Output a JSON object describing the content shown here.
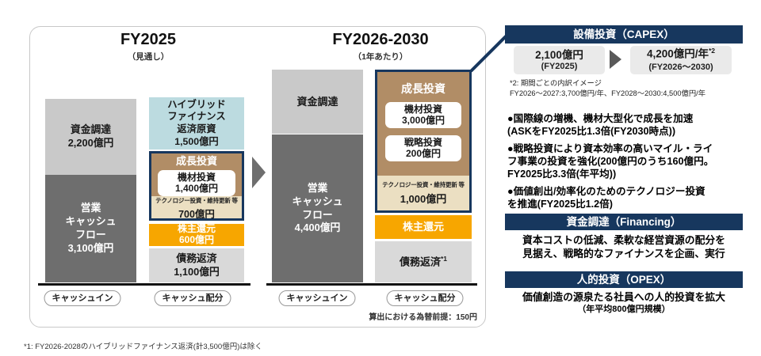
{
  "colors": {
    "navy": "#17375e",
    "brown": "#b18d66",
    "tan": "#ebdfc2",
    "orange": "#f7a600",
    "light_blue": "#bcdbe0",
    "bar_gray_light": "#c9c9c9",
    "bar_gray_dark": "#6e6e6e",
    "bar_gray_pale": "#d9d9d9",
    "panel_box_gray": "#eaeaea"
  },
  "fy2025": {
    "title": "FY2025",
    "subtitle": "（見通し）",
    "funding": "資金調達\n2,200億円",
    "op_cf": "営業\nキャッシュ\nフロー\n3,100億円",
    "hybrid": "ハイブリッド\nファイナンス\n返済原資\n1,500億円",
    "growth_title": "成長投資",
    "aircraft": "機材投資\n1,400億円",
    "tech_label": "テクノロジー投資・維持更新 等",
    "tech_value": "700億円",
    "shareholder": "株主還元\n600億円",
    "debt": "債務返済\n1,100億円",
    "axis_in": "キャッシュイン",
    "axis_out": "キャッシュ配分"
  },
  "fy2026": {
    "title": "FY2026-2030",
    "subtitle": "（1年あたり）",
    "funding": "資金調達",
    "op_cf": "営業\nキャッシュ\nフロー\n4,400億円",
    "growth_title": "成長投資",
    "aircraft": "機材投資\n3,000億円",
    "strategic": "戦略投資\n200億円",
    "tech_label": "テクノロジー投資・維持更新 等",
    "tech_value": "1,000億円",
    "shareholder": "株主還元",
    "debt": "債務返済",
    "debt_sup": "*1",
    "axis_in": "キャッシュイン",
    "axis_out": "キャッシュ配分"
  },
  "fx_note": "算出における為替前提：150円",
  "capex": {
    "header": "設備投資（CAPEX）",
    "box1_value": "2,100億円",
    "box1_period": "(FY2025)",
    "box2_value": "4,200億円/年",
    "box2_sup": "*2",
    "box2_period": "(FY2026～2030)",
    "note": "*2: 期間ごとの内訳イメージ\nFY2026～2027:3,700億円/年、FY2028～2030:4,500億円/年",
    "bullets": [
      "●国際線の増機、機材大型化で成長を加速\n(ASKをFY2025比1.3倍(FY2030時点))",
      "●戦略投資により資本効率の高いマイル・ライ\nフ事業の投資を強化(200億円のうち160億円。\nFY2025比3.3倍(年平均))",
      "●価値創出/効率化のためのテクノロジー投資\nを推進(FY2025比1.2倍)"
    ]
  },
  "financing": {
    "header": "資金調達（Financing）",
    "body": "資本コストの低減、柔軟な経営資源の配分を\n見据え、戦略的なファイナンスを企画、実行"
  },
  "opex": {
    "header": "人的投資（OPEX）",
    "body_line1": "価値創造の源泉たる社員への人的投資を拡大",
    "body_line2": "（年平均800億円規模）"
  },
  "footnote": "*1: FY2026-2028のハイブリッドファイナンス返済(計3,500億円)は除く",
  "chart_data": {
    "type": "bar",
    "subtype": "stacked-cash-allocation",
    "unit": "億円",
    "fx_assumption": "算出における為替前提：150円",
    "groups": [
      {
        "title": "FY2025",
        "subtitle": "見通し",
        "bars": [
          {
            "name": "キャッシュイン",
            "segments": [
              {
                "label": "営業キャッシュフロー",
                "value": 3100,
                "color": "#6e6e6e"
              },
              {
                "label": "資金調達",
                "value": 2200,
                "color": "#c9c9c9"
              }
            ]
          },
          {
            "name": "キャッシュ配分",
            "segments": [
              {
                "label": "債務返済",
                "value": 1100,
                "color": "#d9d9d9"
              },
              {
                "label": "株主還元",
                "value": 600,
                "color": "#f7a600"
              },
              {
                "label": "成長投資",
                "value": 2100,
                "color": "#b18d66",
                "breakdown": [
                  {
                    "label": "機材投資",
                    "value": 1400
                  },
                  {
                    "label": "テクノロジー投資・維持更新 等",
                    "value": 700
                  }
                ]
              },
              {
                "label": "ハイブリッドファイナンス返済原資",
                "value": 1500,
                "color": "#bcdbe0"
              }
            ]
          }
        ]
      },
      {
        "title": "FY2026-2030",
        "subtitle": "1年あたり",
        "bars": [
          {
            "name": "キャッシュイン",
            "segments": [
              {
                "label": "営業キャッシュフロー",
                "value": 4400,
                "color": "#6e6e6e"
              },
              {
                "label": "資金調達",
                "value": null,
                "color": "#c9c9c9"
              }
            ]
          },
          {
            "name": "キャッシュ配分",
            "segments": [
              {
                "label": "債務返済",
                "value": null,
                "note": "*1",
                "color": "#d9d9d9"
              },
              {
                "label": "株主還元",
                "value": null,
                "color": "#f7a600"
              },
              {
                "label": "成長投資",
                "value": 4200,
                "color": "#b18d66",
                "breakdown": [
                  {
                    "label": "機材投資",
                    "value": 3000
                  },
                  {
                    "label": "戦略投資",
                    "value": 200
                  },
                  {
                    "label": "テクノロジー投資・維持更新 等",
                    "value": 1000
                  }
                ]
              }
            ]
          }
        ]
      }
    ],
    "capex_summary": {
      "fy2025": 2100,
      "fy2026_2030_per_year": 4200,
      "fy2026_2027_per_year": 3700,
      "fy2028_2030_per_year": 4500
    },
    "opex_human_investment_per_year": 800
  }
}
